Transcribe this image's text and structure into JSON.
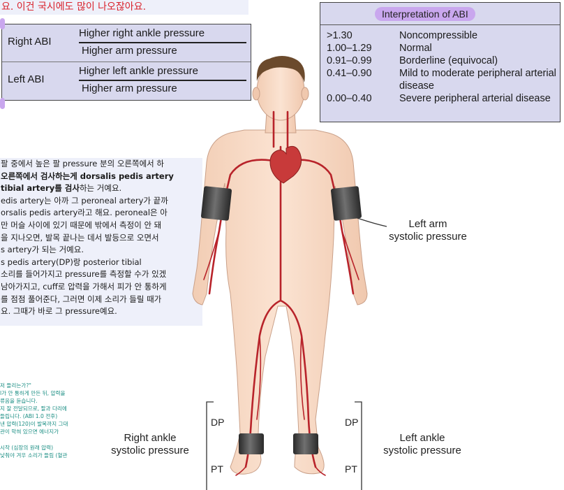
{
  "top_note": "요. 이건 국시에도 많이 나오잖아요.",
  "abi_formula": {
    "right": {
      "label": "Right ABI",
      "numerator": "Higher right ankle pressure",
      "denominator": "Higher arm pressure"
    },
    "left": {
      "label": "Left ABI",
      "numerator": "Higher left ankle pressure",
      "denominator": "Higher arm pressure"
    }
  },
  "interpretation": {
    "title": "Interpretation of ABI",
    "rows": [
      {
        "range": ">1.30",
        "meaning": "Noncompressible"
      },
      {
        "range": "1.00–1.29",
        "meaning": "Normal"
      },
      {
        "range": "0.91–0.99",
        "meaning": "Borderline (equivocal)"
      },
      {
        "range": "0.41–0.90",
        "meaning": "Mild to moderate peripheral arterial disease"
      },
      {
        "range": "0.00–0.40",
        "meaning": "Severe peripheral arterial disease"
      }
    ]
  },
  "korean_text": [
    {
      "pre": "팔 중에서 높은 팔 pressure 분의 오른쪽에서 하",
      "bold": "",
      "post": ""
    },
    {
      "pre": "",
      "bold": "오른쪽에서 검사하는게 dorsalis pedis artery",
      "post": ""
    },
    {
      "pre": "",
      "bold": "tibial artery를 검사",
      "post": "하는 거예요."
    },
    {
      "pre": "edis artery는 아까 그 peroneal artery가 끝까",
      "bold": "",
      "post": ""
    },
    {
      "pre": "orsalis pedis artery라고 해요. peroneal은 아",
      "bold": "",
      "post": ""
    },
    {
      "pre": "만 머슬 사이에 있기 때문에 밖에서 측정이 안 돼",
      "bold": "",
      "post": ""
    },
    {
      "pre": "을 지나오면, 발목 끝나는 데서 발등으로 오면서",
      "bold": "",
      "post": ""
    },
    {
      "pre": "s artery가 되는 거예요.",
      "bold": "",
      "post": ""
    },
    {
      "pre": "s pedis artery(DP)랑 posterior tibial",
      "bold": "",
      "post": ""
    },
    {
      "pre": "소리를 들어가지고 pressure를 측정할 수가 있겠",
      "bold": "",
      "post": ""
    },
    {
      "pre": "남아가지고, cuff로 압력을 가해서 피가 안 통하게",
      "bold": "",
      "post": ""
    },
    {
      "pre": "를 점점 풀어준다, 그러면 이제 소리가 들릴 때가",
      "bold": "",
      "post": ""
    },
    {
      "pre": "요. 그때가 바로 그 pressure예요.",
      "bold": "",
      "post": ""
    }
  ],
  "teal_text": [
    "저 들리는가?\"",
    "l가 안 통하게 만든 뒤, 압력을",
    "류음을 듣습니다.",
    "지 잘 전달되므로, 팔과 다리에",
    "들립니다. (ABI 1.0 전후)",
    "낸 압력(120)이 발목까지 그대",
    "관이 막혀 있으면 에너지가",
    "",
    "시작 (심장의 원래 압력)",
    "낮춰야 겨우 소리가 들림 (혈관"
  ],
  "figure_labels": {
    "left_arm": "Left arm\nsystolic pressure",
    "right_ankle": "Right ankle\nsystolic pressure",
    "left_ankle": "Left ankle\nsystolic pressure",
    "dp": "DP",
    "pt": "PT"
  },
  "colors": {
    "panel_bg": "#d8d8ee",
    "highlight": "#c9a7ee",
    "note_bg": "#eef0fa",
    "note_red": "#d9232d",
    "teal": "#1a8e83",
    "skin": "#f7d9c4",
    "artery": "#b8232a",
    "hair": "#6b4a2c",
    "cuff": "#3a3a3a"
  }
}
